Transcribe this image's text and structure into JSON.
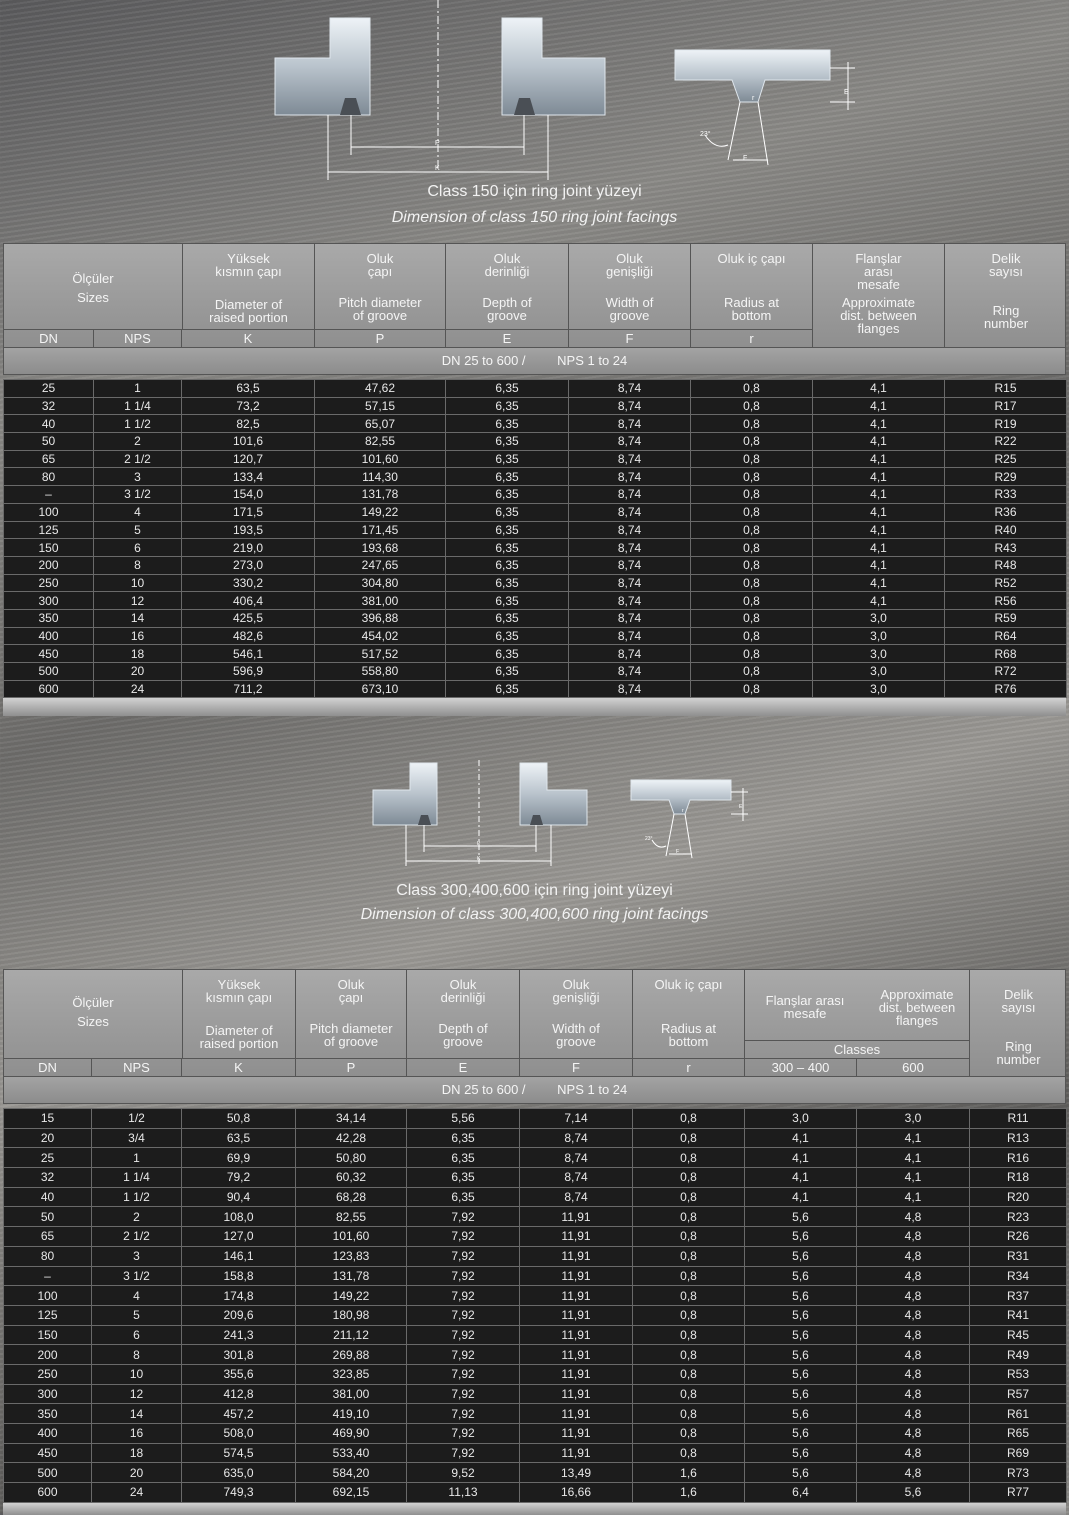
{
  "section1": {
    "caption_tr": "Class 150 için ring joint yüzeyi",
    "caption_en": "Dimension of class 150 ring joint facings",
    "diagram_labels": {
      "p": "P",
      "k": "K",
      "e": "E",
      "f": "F",
      "r": "r",
      "angle": "23°"
    },
    "headers": {
      "sizes_tr": "Ölçüler",
      "sizes_en": "Sizes",
      "k_tr": "Yüksek kısmın çapı",
      "k_en": "Diameter of raised portion",
      "p_tr": "Oluk çapı",
      "p_en": "Pitch diameter of groove",
      "e_tr": "Oluk derinliği",
      "e_en": "Depth of groove",
      "f_tr": "Oluk genişliği",
      "f_en": "Width of groove",
      "r_tr": "Oluk iç çapı",
      "r_en": "Radius at bottom",
      "flange_tr": "Flanşlar arası mesafe",
      "flange_en": "Approximate dist. between flanges",
      "ring_tr": "Delik sayısı",
      "ring_en": "Ring number",
      "dn": "DN",
      "nps": "NPS",
      "k": "K",
      "p": "P",
      "e": "E",
      "f": "F",
      "r": "r"
    },
    "band_dn": "DN 25  to  600 /",
    "band_nps": "NPS 1 to 24",
    "rows": [
      [
        "25",
        "1",
        "63,5",
        "47,62",
        "6,35",
        "8,74",
        "0,8",
        "4,1",
        "R15"
      ],
      [
        "32",
        "1 1/4",
        "73,2",
        "57,15",
        "6,35",
        "8,74",
        "0,8",
        "4,1",
        "R17"
      ],
      [
        "40",
        "1 1/2",
        "82,5",
        "65,07",
        "6,35",
        "8,74",
        "0,8",
        "4,1",
        "R19"
      ],
      [
        "50",
        "2",
        "101,6",
        "82,55",
        "6,35",
        "8,74",
        "0,8",
        "4,1",
        "R22"
      ],
      [
        "65",
        "2 1/2",
        "120,7",
        "101,60",
        "6,35",
        "8,74",
        "0,8",
        "4,1",
        "R25"
      ],
      [
        "80",
        "3",
        "133,4",
        "114,30",
        "6,35",
        "8,74",
        "0,8",
        "4,1",
        "R29"
      ],
      [
        "–",
        "3 1/2",
        "154,0",
        "131,78",
        "6,35",
        "8,74",
        "0,8",
        "4,1",
        "R33"
      ],
      [
        "100",
        "4",
        "171,5",
        "149,22",
        "6,35",
        "8,74",
        "0,8",
        "4,1",
        "R36"
      ],
      [
        "125",
        "5",
        "193,5",
        "171,45",
        "6,35",
        "8,74",
        "0,8",
        "4,1",
        "R40"
      ],
      [
        "150",
        "6",
        "219,0",
        "193,68",
        "6,35",
        "8,74",
        "0,8",
        "4,1",
        "R43"
      ],
      [
        "200",
        "8",
        "273,0",
        "247,65",
        "6,35",
        "8,74",
        "0,8",
        "4,1",
        "R48"
      ],
      [
        "250",
        "10",
        "330,2",
        "304,80",
        "6,35",
        "8,74",
        "0,8",
        "4,1",
        "R52"
      ],
      [
        "300",
        "12",
        "406,4",
        "381,00",
        "6,35",
        "8,74",
        "0,8",
        "4,1",
        "R56"
      ],
      [
        "350",
        "14",
        "425,5",
        "396,88",
        "6,35",
        "8,74",
        "0,8",
        "3,0",
        "R59"
      ],
      [
        "400",
        "16",
        "482,6",
        "454,02",
        "6,35",
        "8,74",
        "0,8",
        "3,0",
        "R64"
      ],
      [
        "450",
        "18",
        "546,1",
        "517,52",
        "6,35",
        "8,74",
        "0,8",
        "3,0",
        "R68"
      ],
      [
        "500",
        "20",
        "596,9",
        "558,80",
        "6,35",
        "8,74",
        "0,8",
        "3,0",
        "R72"
      ],
      [
        "600",
        "24",
        "711,2",
        "673,10",
        "6,35",
        "8,74",
        "0,8",
        "3,0",
        "R76"
      ]
    ]
  },
  "section2": {
    "caption_tr": "Class 300,400,600 için ring joint yüzeyi",
    "caption_en": "Dimension of class 300,400,600 ring joint facings",
    "diagram_labels": {
      "p": "P",
      "k": "K",
      "e": "E",
      "f": "F",
      "r": "r",
      "angle": "23°"
    },
    "headers": {
      "sizes_tr": "Ölçüler",
      "sizes_en": "Sizes",
      "k_tr": "Yüksek kısmın çapı",
      "k_en": "Diameter of raised portion",
      "p_tr": "Oluk çapı",
      "p_en": "Pitch diameter of groove",
      "e_tr": "Oluk derinliği",
      "e_en": "Depth of groove",
      "f_tr": "Oluk genişliği",
      "f_en": "Width of groove",
      "r_tr": "Oluk iç çapı",
      "r_en": "Radius at bottom",
      "flange_tr": "Flanşlar arası mesafe",
      "flange_en": "Approximate dist. between flanges",
      "classes": "Classes",
      "class_a": "300 – 400",
      "class_b": "600",
      "ring_tr": "Delik sayısı",
      "ring_en": "Ring number",
      "dn": "DN",
      "nps": "NPS",
      "k": "K",
      "p": "P",
      "e": "E",
      "f": "F",
      "r": "r"
    },
    "band_dn": "DN 25  to  600 /",
    "band_nps": "NPS 1 to 24",
    "rows": [
      [
        "15",
        "1/2",
        "50,8",
        "34,14",
        "5,56",
        "7,14",
        "0,8",
        "3,0",
        "3,0",
        "R11"
      ],
      [
        "20",
        "3/4",
        "63,5",
        "42,28",
        "6,35",
        "8,74",
        "0,8",
        "4,1",
        "4,1",
        "R13"
      ],
      [
        "25",
        "1",
        "69,9",
        "50,80",
        "6,35",
        "8,74",
        "0,8",
        "4,1",
        "4,1",
        "R16"
      ],
      [
        "32",
        "1 1/4",
        "79,2",
        "60,32",
        "6,35",
        "8,74",
        "0,8",
        "4,1",
        "4,1",
        "R18"
      ],
      [
        "40",
        "1 1/2",
        "90,4",
        "68,28",
        "6,35",
        "8,74",
        "0,8",
        "4,1",
        "4,1",
        "R20"
      ],
      [
        "50",
        "2",
        "108,0",
        "82,55",
        "7,92",
        "11,91",
        "0,8",
        "5,6",
        "4,8",
        "R23"
      ],
      [
        "65",
        "2 1/2",
        "127,0",
        "101,60",
        "7,92",
        "11,91",
        "0,8",
        "5,6",
        "4,8",
        "R26"
      ],
      [
        "80",
        "3",
        "146,1",
        "123,83",
        "7,92",
        "11,91",
        "0,8",
        "5,6",
        "4,8",
        "R31"
      ],
      [
        "–",
        "3 1/2",
        "158,8",
        "131,78",
        "7,92",
        "11,91",
        "0,8",
        "5,6",
        "4,8",
        "R34"
      ],
      [
        "100",
        "4",
        "174,8",
        "149,22",
        "7,92",
        "11,91",
        "0,8",
        "5,6",
        "4,8",
        "R37"
      ],
      [
        "125",
        "5",
        "209,6",
        "180,98",
        "7,92",
        "11,91",
        "0,8",
        "5,6",
        "4,8",
        "R41"
      ],
      [
        "150",
        "6",
        "241,3",
        "211,12",
        "7,92",
        "11,91",
        "0,8",
        "5,6",
        "4,8",
        "R45"
      ],
      [
        "200",
        "8",
        "301,8",
        "269,88",
        "7,92",
        "11,91",
        "0,8",
        "5,6",
        "4,8",
        "R49"
      ],
      [
        "250",
        "10",
        "355,6",
        "323,85",
        "7,92",
        "11,91",
        "0,8",
        "5,6",
        "4,8",
        "R53"
      ],
      [
        "300",
        "12",
        "412,8",
        "381,00",
        "7,92",
        "11,91",
        "0,8",
        "5,6",
        "4,8",
        "R57"
      ],
      [
        "350",
        "14",
        "457,2",
        "419,10",
        "7,92",
        "11,91",
        "0,8",
        "5,6",
        "4,8",
        "R61"
      ],
      [
        "400",
        "16",
        "508,0",
        "469,90",
        "7,92",
        "11,91",
        "0,8",
        "5,6",
        "4,8",
        "R65"
      ],
      [
        "450",
        "18",
        "574,5",
        "533,40",
        "7,92",
        "11,91",
        "0,8",
        "5,6",
        "4,8",
        "R69"
      ],
      [
        "500",
        "20",
        "635,0",
        "584,20",
        "9,52",
        "13,49",
        "1,6",
        "5,6",
        "4,8",
        "R73"
      ],
      [
        "600",
        "24",
        "749,3",
        "692,15",
        "11,13",
        "16,66",
        "1,6",
        "6,4",
        "5,6",
        "R77"
      ]
    ]
  }
}
